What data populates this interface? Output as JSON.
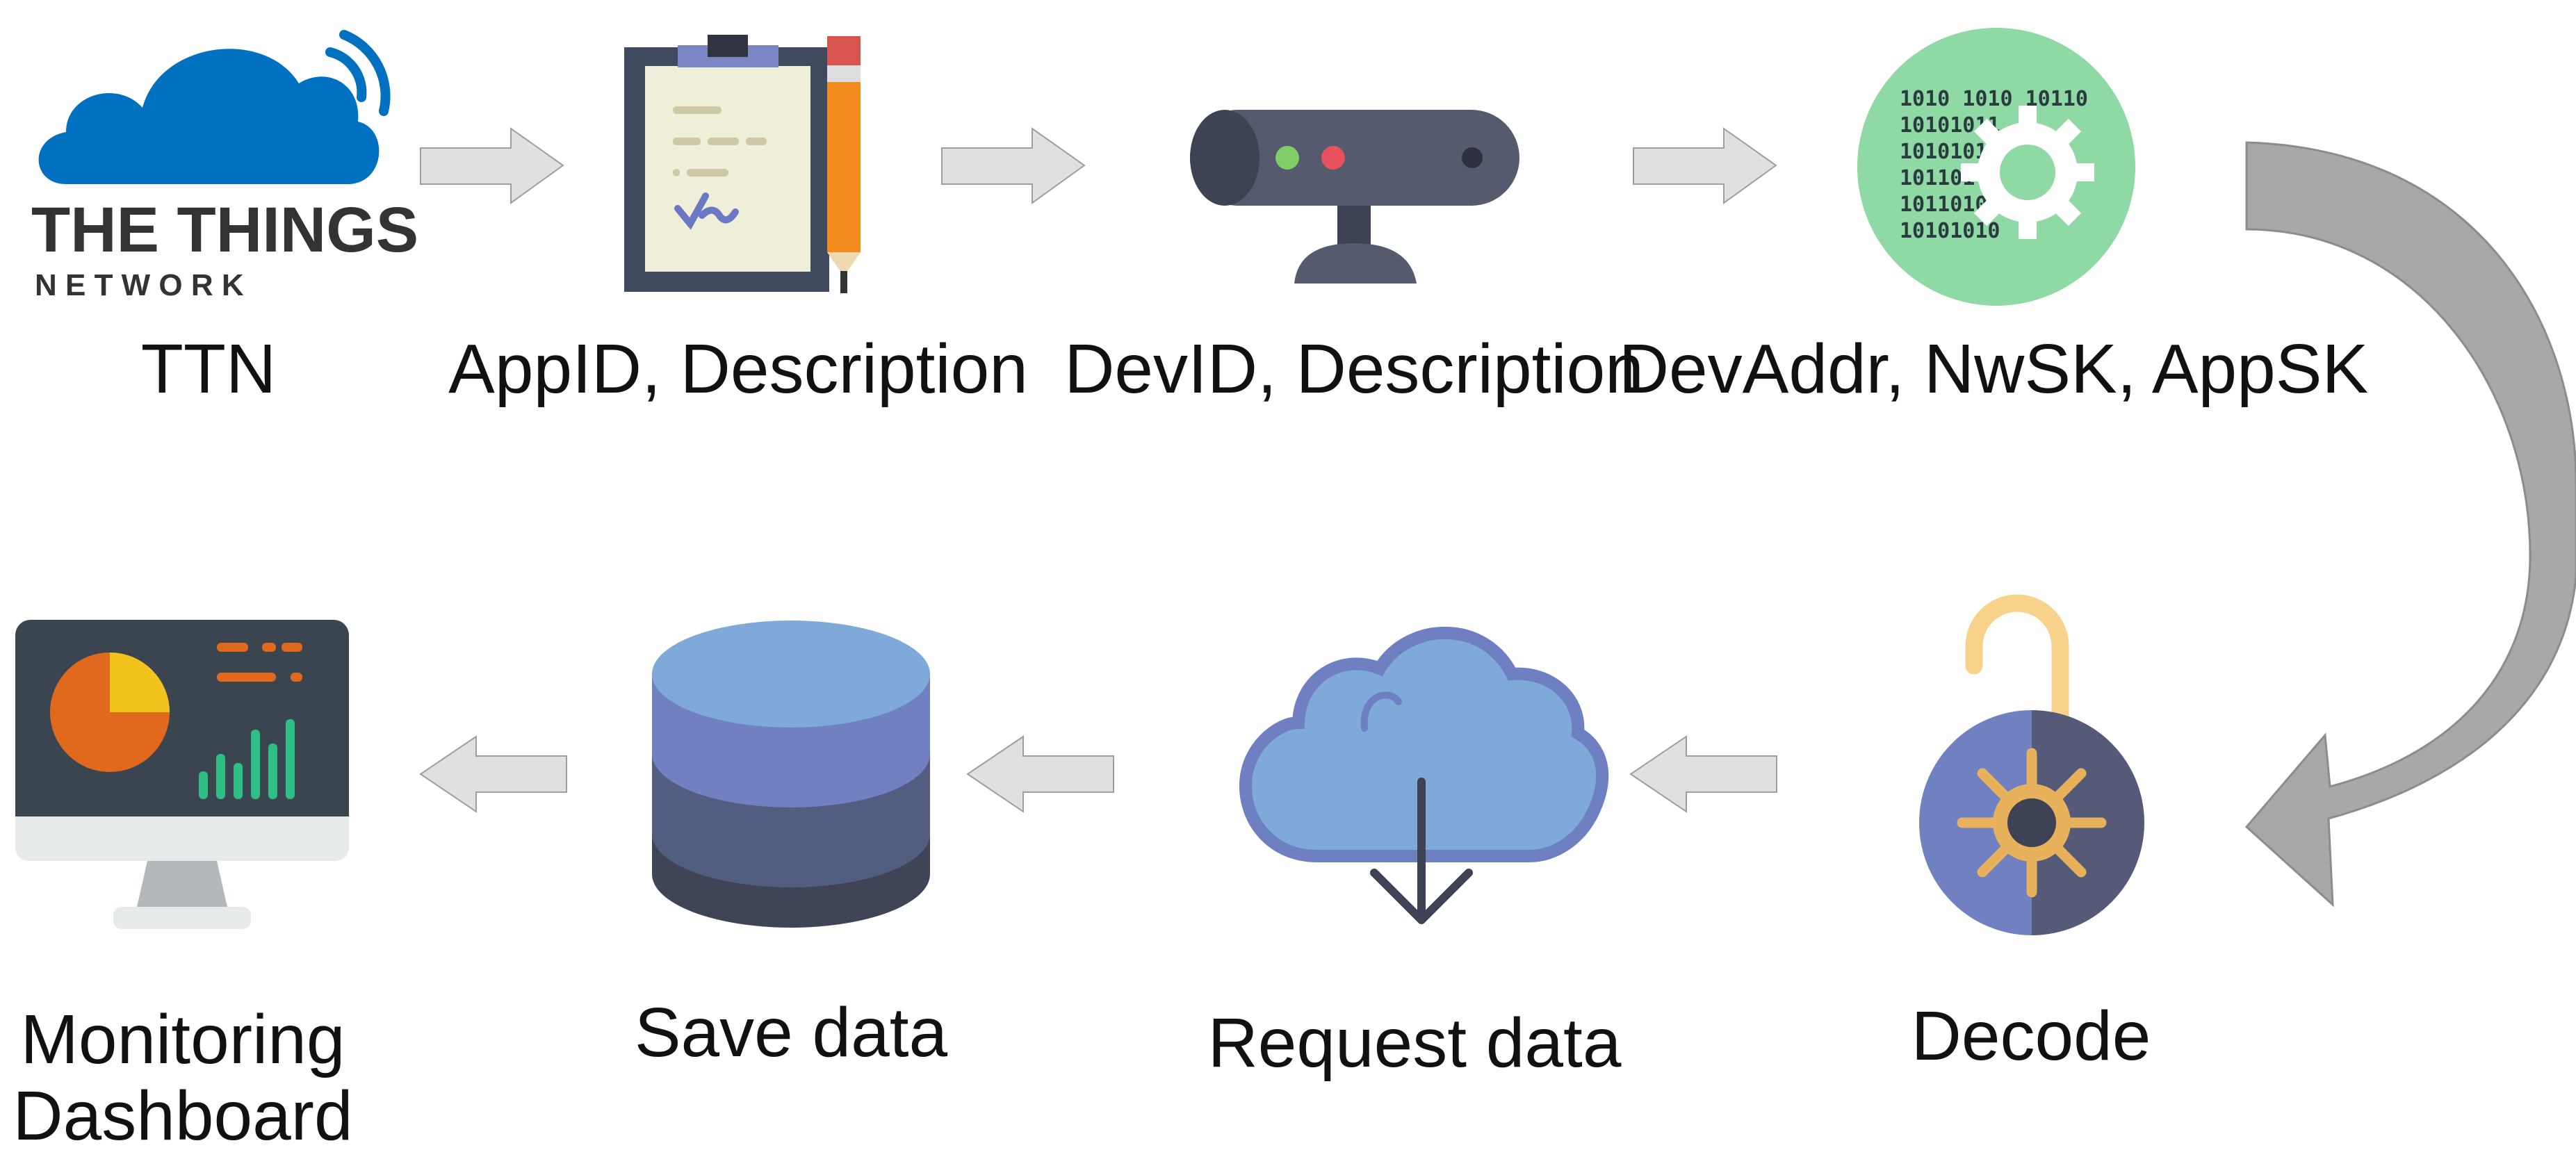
{
  "steps": [
    {
      "label": "TTN",
      "icon": "ttn-logo-icon"
    },
    {
      "label": "AppID, Description",
      "icon": "clipboard-pencil-icon"
    },
    {
      "label": "DevID, Description",
      "icon": "gateway-device-icon"
    },
    {
      "label": "DevAddr, NwSK, AppSK",
      "icon": "binary-gear-icon"
    },
    {
      "label": "Decode",
      "icon": "open-padlock-gear-icon"
    },
    {
      "label": "Request data",
      "icon": "cloud-download-icon"
    },
    {
      "label": "Save data",
      "icon": "database-icon"
    },
    {
      "label": "Monitoring",
      "label2": "Dashboard",
      "icon": "monitor-dashboard-icon"
    }
  ],
  "logo": {
    "line1": "THE THINGS",
    "line2": "N E T W O R K"
  },
  "binary": {
    "r1": "1010 1010 10110",
    "r2": "10101011",
    "r3": "1010101",
    "r4": "101101",
    "r5": "1011010",
    "r6": "10101010"
  },
  "colors": {
    "ttn_blue": "#0070c0",
    "arrow_fill": "#e0e0e0",
    "curve_arrow": "#a6a6a6"
  }
}
